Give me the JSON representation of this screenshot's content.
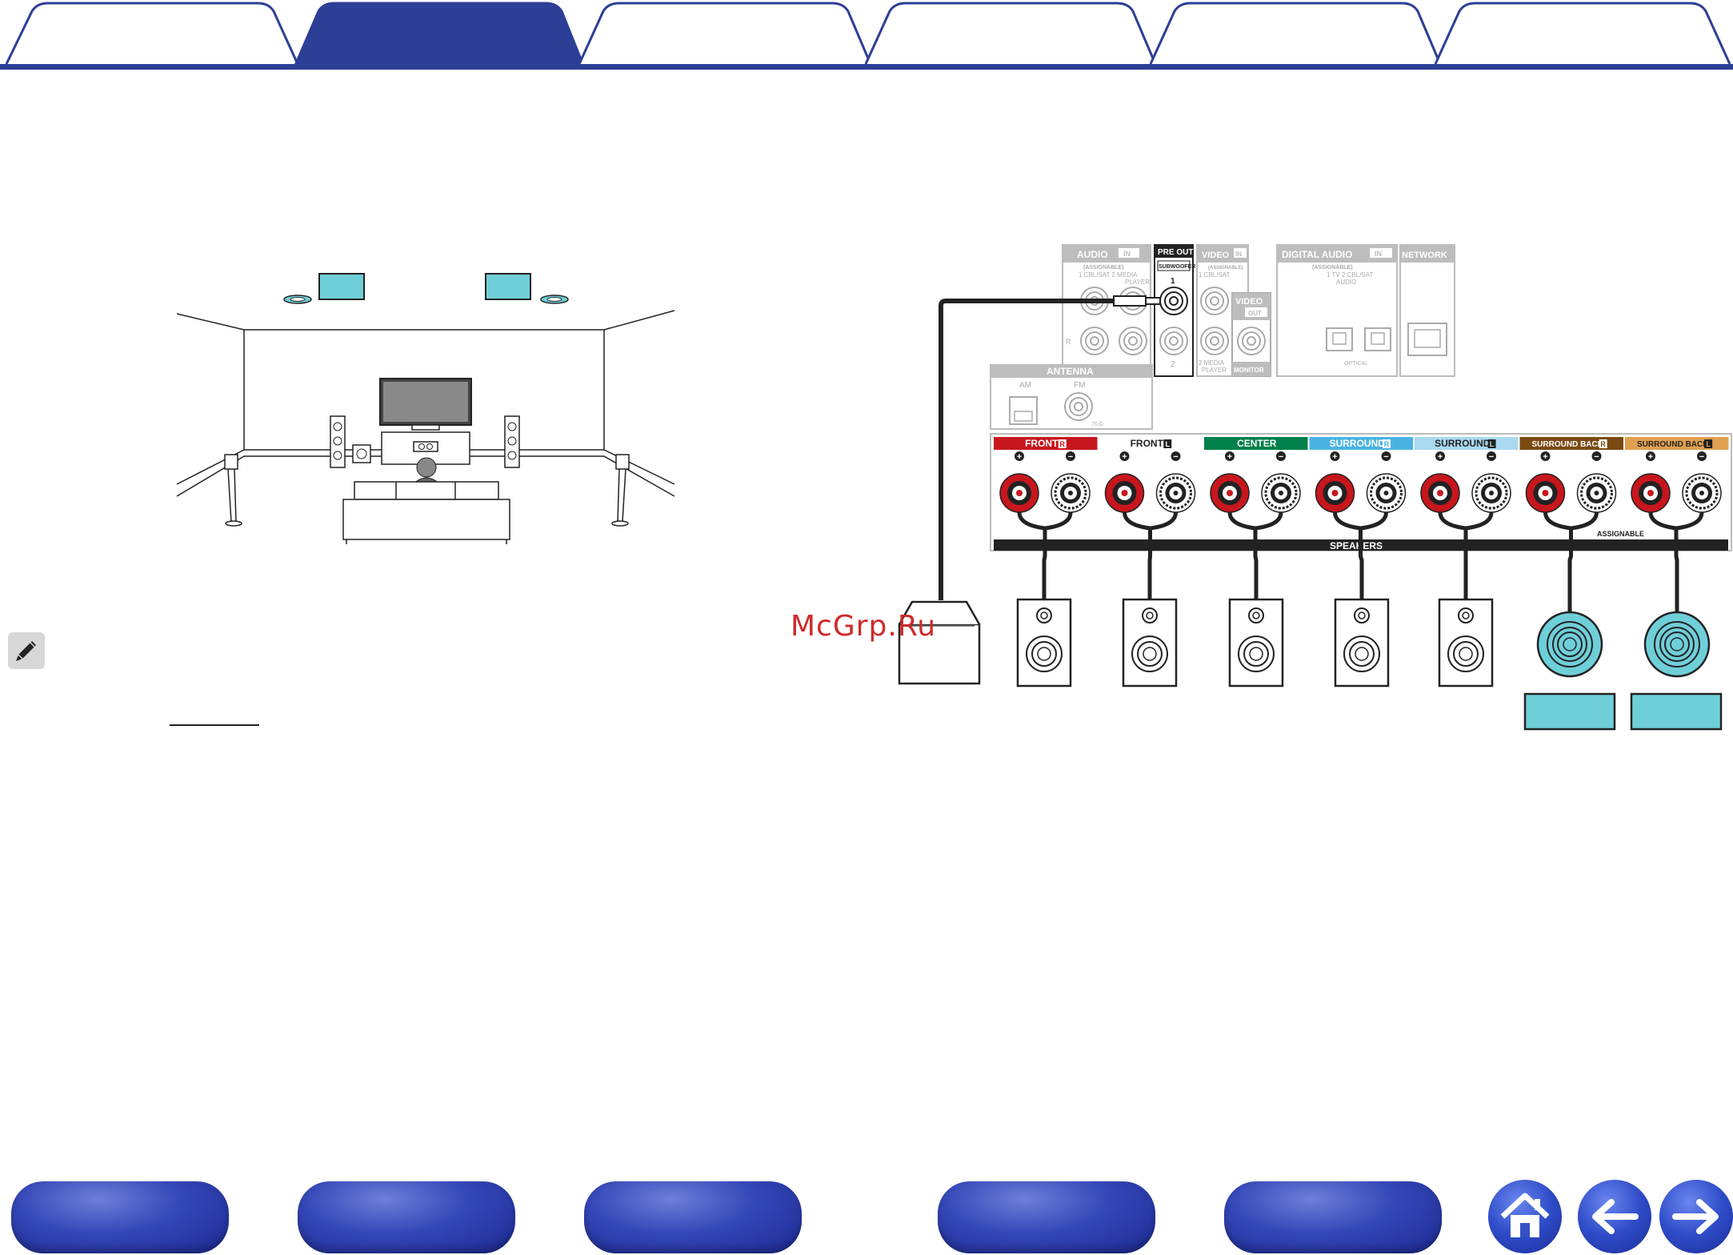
{
  "colors": {
    "tab_active": "#2c3f96",
    "tab_border": "#2c3f96",
    "speaker_cyan": "#6fcfd9",
    "front_r": "#c8161d",
    "center": "#00804a",
    "surround_r": "#4ab3e3",
    "surround_l": "#a9d9f1",
    "surround_back_r": "#7a4a12",
    "surround_back_l": "#e0a050"
  },
  "receiver": {
    "audio_in": "AUDIO",
    "in_badge": "IN",
    "assignable": "(ASSIGNABLE)",
    "audio_inputs": "1 CBL/SAT  2 MEDIA",
    "player": "PLAYER",
    "r_mark": "R",
    "pre_out": "PRE OUT",
    "subwoofer": "SUBWOOFER",
    "sub_1": "1",
    "sub_2": "2",
    "video_in": "VIDEO",
    "video_in_1": "1 CBL/SAT",
    "video_in_2": "2 MEDIA",
    "video_out": "VIDEO",
    "out_badge": "OUT",
    "monitor": "MONITOR",
    "digital_audio": "DIGITAL AUDIO",
    "digital_inputs": "1  TV    2 CBL/SAT",
    "digital_audio_sub": "AUDIO",
    "optical": "OPTICAL",
    "network": "NETWORK",
    "antenna": "ANTENNA",
    "am": "AM",
    "fm": "FM",
    "ohm": "75 Ω",
    "speakers_label": "SPEAKERS",
    "assignable_label": "ASSIGNABLE",
    "plus": "+",
    "minus": "−",
    "channels": [
      {
        "label": "FRONT",
        "side": "R"
      },
      {
        "label": "FRONT",
        "side": "L"
      },
      {
        "label": "CENTER",
        "side": ""
      },
      {
        "label": "SURROUND",
        "side": "R"
      },
      {
        "label": "SURROUND",
        "side": "L"
      },
      {
        "label": "SURROUND BACK",
        "side": "R"
      },
      {
        "label": "SURROUND BACK",
        "side": "L"
      }
    ]
  },
  "watermark": "McGrp.Ru",
  "icons": {
    "note": "pencil-icon",
    "home": "home-icon",
    "back": "arrow-left-icon",
    "forward": "arrow-right-icon"
  }
}
